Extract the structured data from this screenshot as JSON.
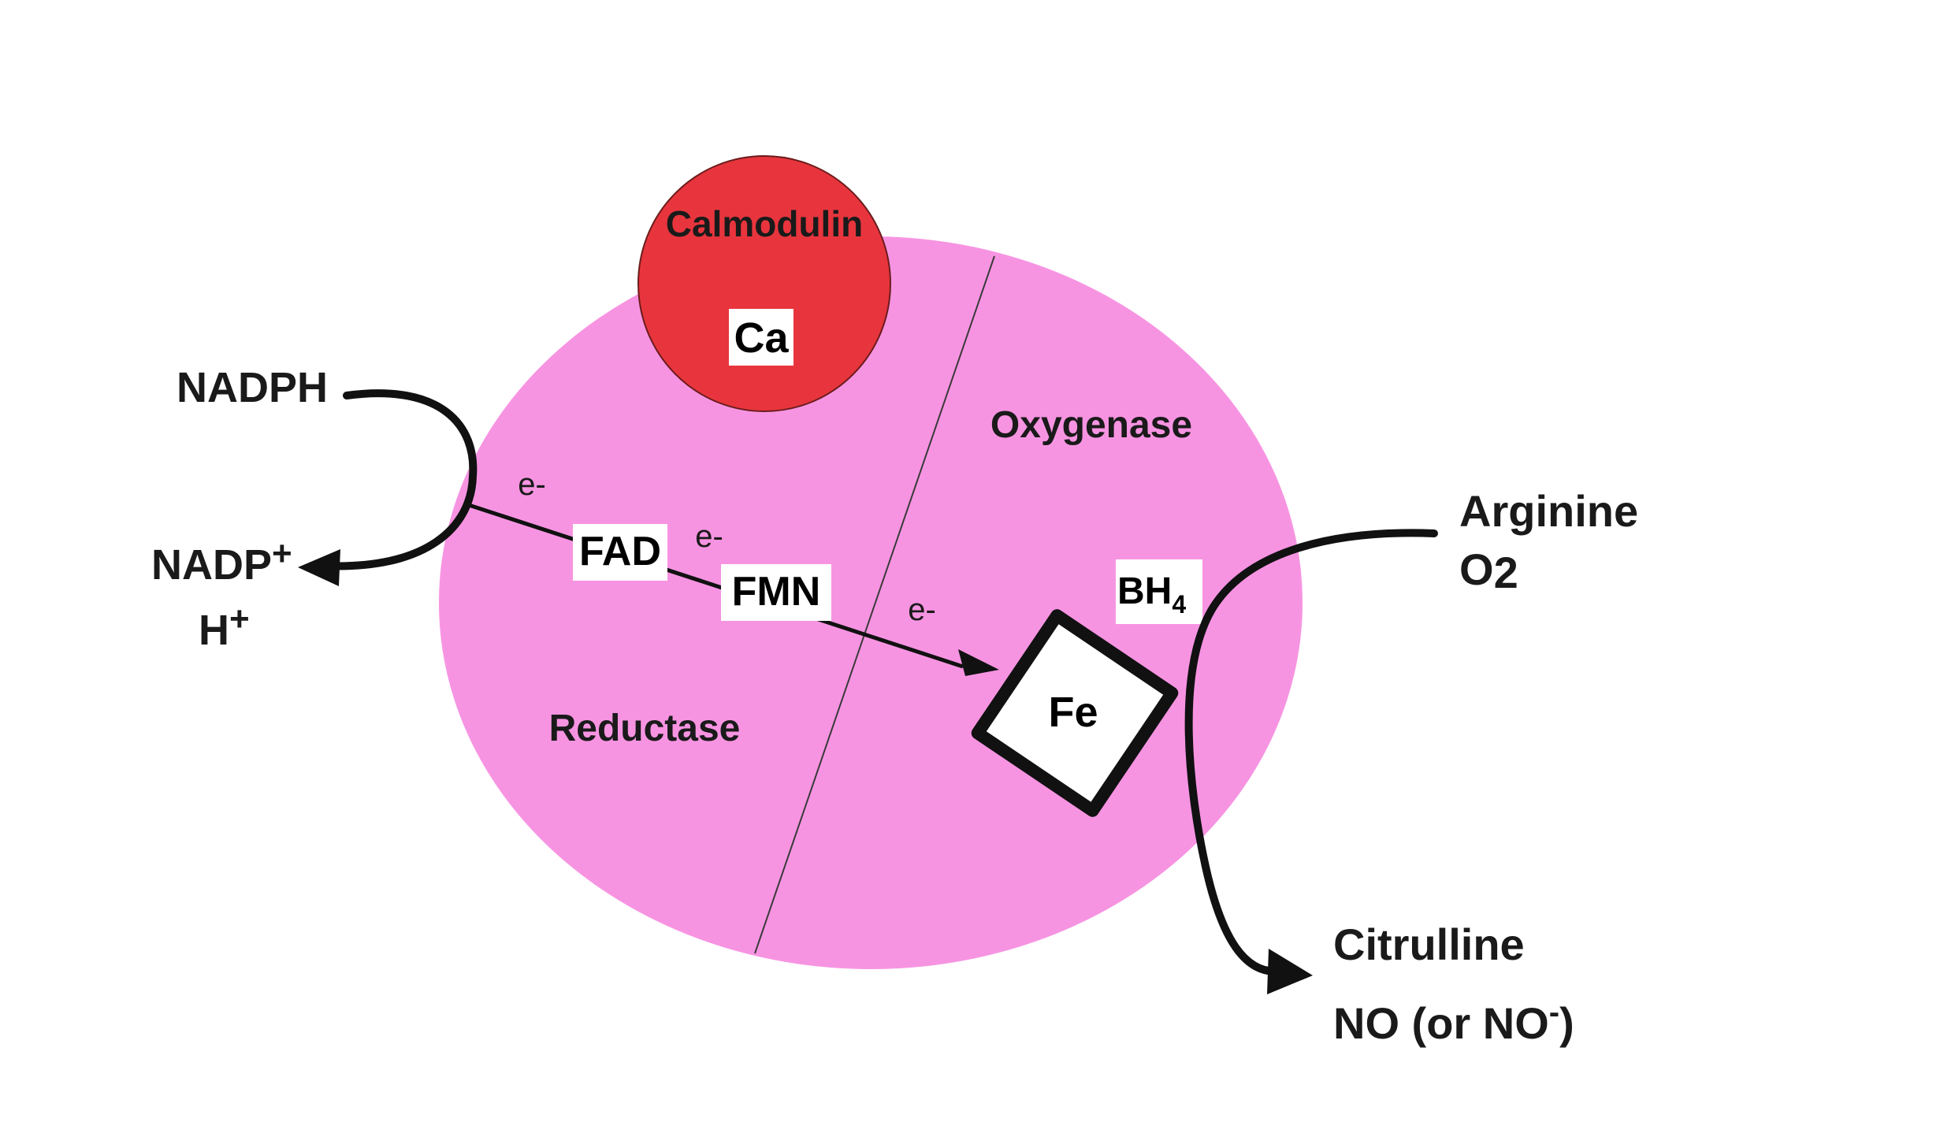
{
  "colors": {
    "enzyme_fill": "#f794e2",
    "calmodulin_fill": "#e8353d",
    "text": "#1a1a1a",
    "arrow": "#111111",
    "label_box": "#ffffff"
  },
  "enzyme": {
    "reductase_label": "Reductase",
    "oxygenase_label": "Oxygenase"
  },
  "calmodulin": {
    "label": "Calmodulin",
    "calcium_label": "Ca"
  },
  "cofactors": {
    "fad": "FAD",
    "fmn": "FMN",
    "heme_iron": "Fe",
    "bh4_base": "BH",
    "bh4_sub": "4"
  },
  "electron_label": "e-",
  "electron_labels": [
    "e-",
    "e-",
    "e-"
  ],
  "substrates": {
    "nadph": "NADPH",
    "nadp_base": "NADP",
    "nadp_sup": "+",
    "h_base": "H",
    "h_sup": "+"
  },
  "oxygenase_reaction": {
    "arginine": "Arginine",
    "o2_base": "O",
    "o2_sub": "2",
    "citrulline": "Citrulline",
    "no_prefix": "NO (or NO",
    "no_sup": "-",
    "no_suffix": ")"
  }
}
